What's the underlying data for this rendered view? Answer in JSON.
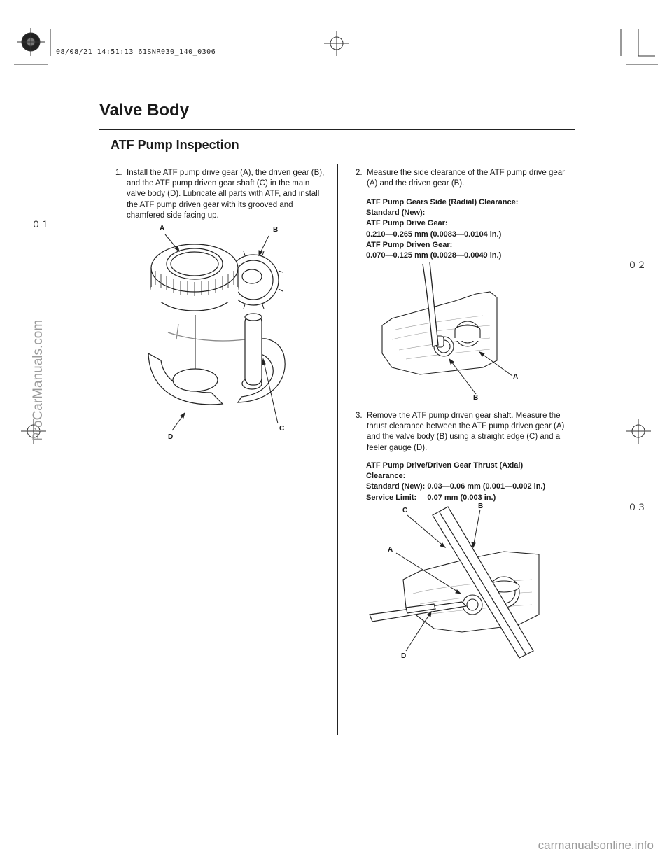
{
  "print_stamp": "08/08/21 14:51:13 61SNR030_140_0306",
  "section_title": "Valve Body",
  "subsection_title": "ATF Pump Inspection",
  "steps": [
    {
      "number": "1.",
      "text": "Install the ATF pump drive gear (A), the driven gear (B), and the ATF pump driven gear shaft (C) in the main valve body (D). Lubricate all parts with ATF, and install the ATF pump driven gear with its grooved and chamfered side facing up."
    },
    {
      "number": "2.",
      "text": "Measure the side clearance of the ATF pump drive gear (A) and the driven gear (B)."
    },
    {
      "number": "3.",
      "text": "Remove the ATF pump driven gear shaft. Measure the thrust clearance between the ATF pump driven gear (A) and the valve body (B) using a straight edge (C) and a feeler gauge (D)."
    }
  ],
  "spec_side": [
    "ATF Pump Gears Side (Radial) Clearance:",
    "Standard (New):",
    "ATF Pump Drive Gear:",
    "0.210—0.265 mm (0.0083—0.0104 in.)",
    "ATF Pump Driven Gear:",
    "0.070—0.125 mm (0.0028—0.0049 in.)"
  ],
  "spec_thrust": [
    "ATF Pump Drive/Driven Gear Thrust (Axial)",
    "Clearance:",
    "Standard (New): 0.03—0.06 mm (0.001—0.002 in.)",
    "Service Limit:     0.07 mm (0.003 in.)"
  ],
  "figure1_labels": {
    "a": "A",
    "b": "B",
    "c": "C",
    "d": "D"
  },
  "figure2_labels": {
    "a": "A",
    "b": "B"
  },
  "figure3_labels": {
    "a": "A",
    "b": "B",
    "c": "C",
    "d": "D"
  },
  "page_marks": {
    "m1": "０１",
    "m2": "０２",
    "m3": "０３"
  },
  "watermark_side": "ProCarManuals.com",
  "watermark_footer": "carmanualsonline.info"
}
